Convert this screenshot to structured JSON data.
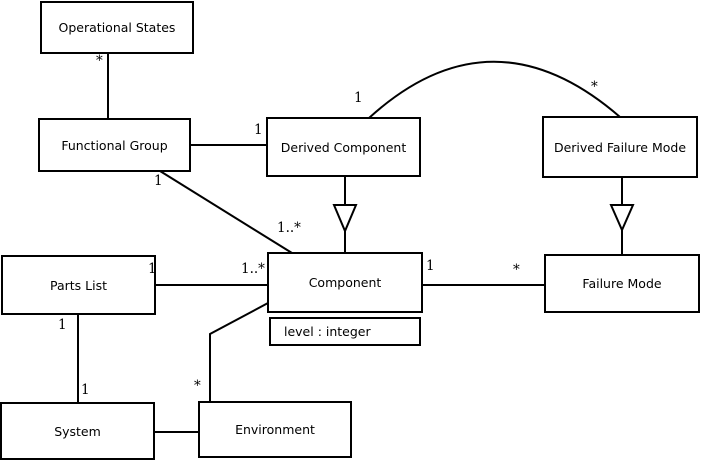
{
  "diagram": {
    "type": "uml-class-diagram",
    "background_color": "#ffffff",
    "line_color": "#000000",
    "classes": {
      "operational_states": {
        "name": "Operational States"
      },
      "functional_group": {
        "name": "Functional Group"
      },
      "derived_component": {
        "name": "Derived Component"
      },
      "derived_failure_mode": {
        "name": "Derived Failure Mode"
      },
      "parts_list": {
        "name": "Parts List"
      },
      "component": {
        "name": "Component",
        "attribute": "level : integer"
      },
      "failure_mode": {
        "name": "Failure Mode"
      },
      "system": {
        "name": "System"
      },
      "environment": {
        "name": "Environment"
      }
    },
    "multiplicities": {
      "operational_states_functional_group": {
        "star": "*"
      },
      "functional_group_derived_component": {
        "one": "1"
      },
      "functional_group_component": {
        "one": "1",
        "many": "1..*"
      },
      "derived_component_derived_failure_mode": {
        "one": "1",
        "star": "*"
      },
      "parts_list_component": {
        "one": "1",
        "many": "1..*"
      },
      "component_failure_mode": {
        "one": "1",
        "star": "*"
      },
      "parts_list_system": {
        "parts_list_end": "1",
        "system_end": "1"
      },
      "environment_component": {
        "star": "*"
      }
    }
  }
}
